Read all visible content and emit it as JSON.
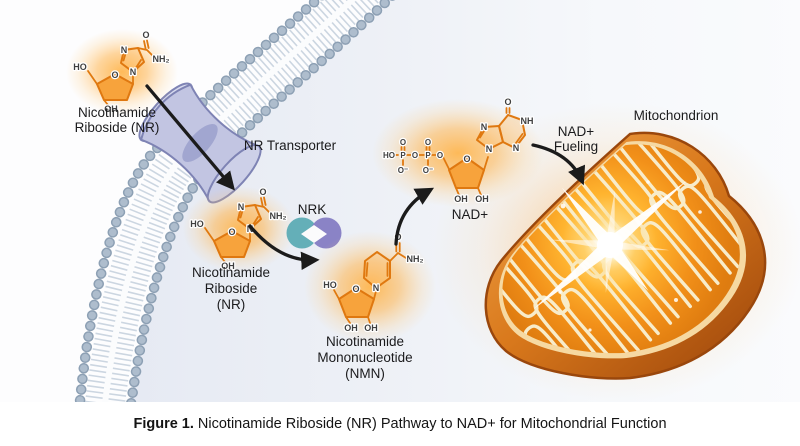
{
  "figure": {
    "caption_bold": "Figure 1.",
    "caption_rest": "Nicotinamide Riboside (NR) Pathway to NAD+ for Mitochondrial Function"
  },
  "labels": {
    "extracellular_nr": [
      "Nicotinamide",
      "Riboside (NR)"
    ],
    "transporter": "NR Transporter",
    "intracellular_nr": [
      "Nicotinamide",
      "Riboside",
      "(NR)"
    ],
    "nrk": "NRK",
    "nmn": [
      "Nicotinamide",
      "Mononucleotide",
      "(NMN)"
    ],
    "nad": "NAD+",
    "fueling": [
      "NAD+",
      "Fueling"
    ],
    "mitochondrion": "Mitochondrion"
  },
  "chem": {
    "ho": "HO",
    "oh": "OH",
    "o": "O",
    "n": "N",
    "nh": "NH",
    "nh2": "NH₂",
    "p": "P",
    "o_minus": "O⁻"
  },
  "colors": {
    "molecule_orange": "#f7a33c",
    "bond_orange": "#e0790f",
    "glow": "#ffb347",
    "membrane_head": "#a8b7c8",
    "transporter_body": "#c2c5e2",
    "nrk_teal": "#64afb8",
    "nrk_purple": "#8a83c6",
    "mito_rim": "#a84f0e",
    "mito_matrix": "#f29019",
    "cristae_cream": "#f8ecca",
    "cell_interior": "#e6eaf3",
    "arrow": "#1b1b1b",
    "label_text": "#1b1b1d"
  }
}
